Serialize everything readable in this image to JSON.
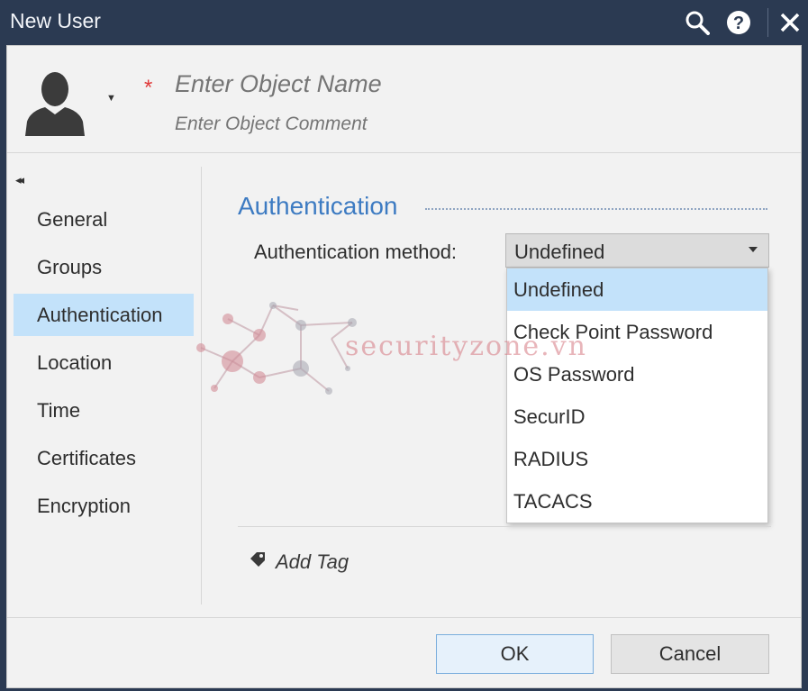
{
  "window": {
    "title": "New User"
  },
  "header": {
    "name_placeholder": "Enter Object Name",
    "comment_placeholder": "Enter Object Comment",
    "required_mark": "*"
  },
  "nav": {
    "collapse_glyph": "◂◂",
    "items": [
      "General",
      "Groups",
      "Authentication",
      "Location",
      "Time",
      "Certificates",
      "Encryption"
    ],
    "active": "Authentication"
  },
  "section": {
    "title": "Authentication"
  },
  "auth": {
    "label": "Authentication method:",
    "selected": "Undefined",
    "options": [
      "Undefined",
      "Check Point Password",
      "OS Password",
      "SecurID",
      "RADIUS",
      "TACACS"
    ]
  },
  "tags": {
    "add_label": "Add Tag"
  },
  "buttons": {
    "ok": "OK",
    "cancel": "Cancel"
  },
  "watermark": {
    "text": "securityzone.vn"
  },
  "colors": {
    "titlebar": "#2b3a52",
    "accent": "#3d7bc2",
    "selection": "#c3e2fa",
    "required": "#e03a3a"
  },
  "icons": [
    "search-icon",
    "help-icon",
    "close-icon",
    "user-avatar-icon",
    "chevron-down-icon",
    "tag-icon"
  ]
}
